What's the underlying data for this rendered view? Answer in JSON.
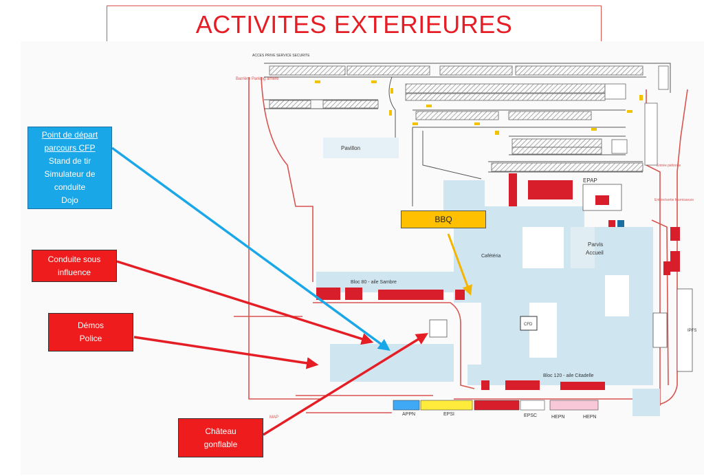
{
  "title": "ACTIVITES EXTERIEURES",
  "callouts": {
    "start": {
      "line1": "Point de départ",
      "line2": "parcours  CFP",
      "line3": "Stand de tir",
      "line4": "Simulateur de",
      "line5": "conduite",
      "line6": "Dojo"
    },
    "influence": {
      "line1": "Conduite sous",
      "line2": "influence"
    },
    "demos": {
      "line1": "Démos",
      "line2": "Police"
    },
    "chateau": {
      "line1": "Château",
      "line2": "gonflable"
    },
    "bbq": {
      "line1": "BBQ"
    }
  },
  "map_labels": {
    "acces": "ACCES PRIVE SERVICE SECURITE",
    "barriere": "Barrière Parking arrière",
    "pavillon": "Pavillon",
    "epap": "EPAP",
    "cafeteria": "Cafétéria",
    "parvis": "Parvis",
    "accueil": "Accueil",
    "bloc80": "Bloc 80 - aile Sambre",
    "bloc120": "Bloc 120 - aile Citadelle",
    "entree_pietonne": "Entrée piétonne",
    "entree_sortie": "Entrée/sortie fournisseurs",
    "ifps": "IPFS",
    "map": "MAP",
    "cfd": "CFD",
    "appn": "APPN",
    "epsi": "EPSI",
    "epsc": "EPSC",
    "hepn1": "HEPN",
    "hepn2": "HEPN"
  },
  "colors": {
    "title_red": "#e51d25",
    "callout_blue": "#1aa7e8",
    "callout_red": "#ee1c1c",
    "callout_yellow": "#ffc000",
    "building_blue": "#cfe6f1",
    "road_red": "#d9534f"
  }
}
